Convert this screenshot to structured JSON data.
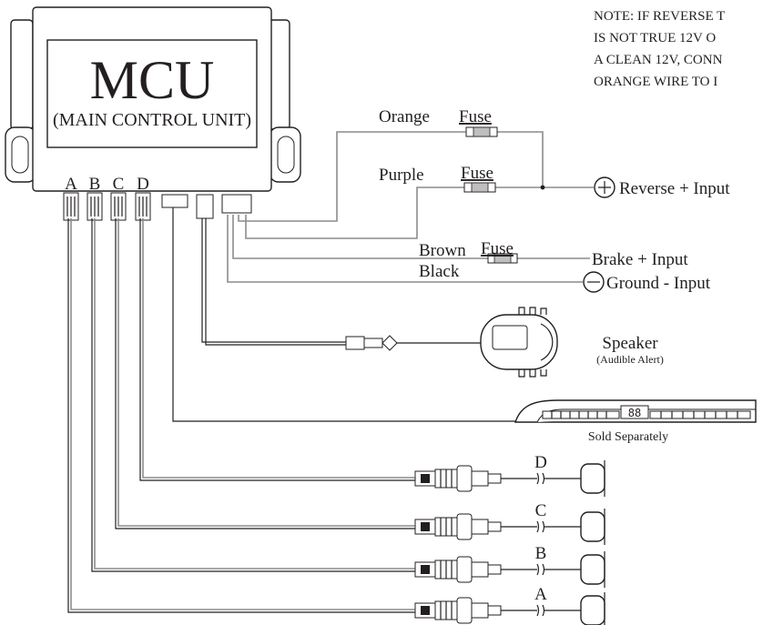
{
  "mcu": {
    "title": "MCU",
    "subtitle": "(MAIN CONTROL UNIT)",
    "ports": [
      "A",
      "B",
      "C",
      "D"
    ]
  },
  "note": {
    "lines": [
      "NOTE: IF REVERSE T",
      "IS NOT TRUE 12V O",
      "A CLEAN 12V, CONN",
      "ORANGE WIRE TO I"
    ]
  },
  "wires": {
    "orange": "Orange",
    "purple": "Purple",
    "brown": "Brown",
    "black": "Black",
    "fuse": "Fuse"
  },
  "inputs": {
    "reverse": "Reverse + Input",
    "brake": "Brake + Input",
    "ground": "Ground - Input"
  },
  "speaker": {
    "title": "Speaker",
    "subtitle": "(Audible Alert)"
  },
  "display": {
    "caption": "Sold Separately",
    "readout": "88"
  },
  "sensors": [
    "D",
    "C",
    "B",
    "A"
  ],
  "colors": {
    "line": "#231f20",
    "wire_gray": "#8c8c8c"
  }
}
